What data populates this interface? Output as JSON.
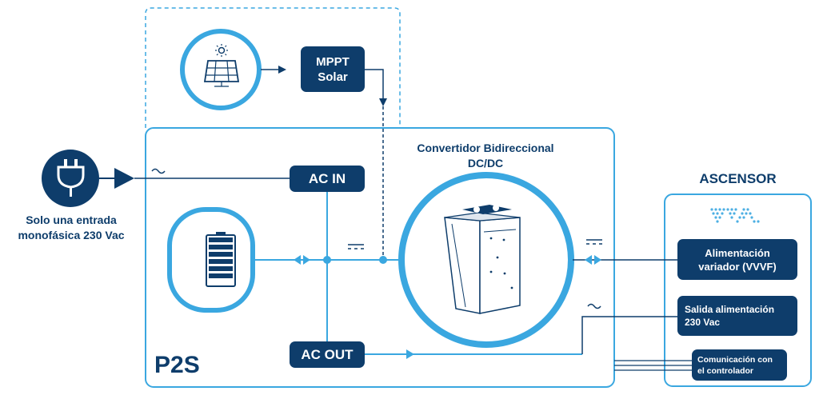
{
  "colors": {
    "navy": "#0e3d6b",
    "light_blue": "#3aa7e0",
    "white": "#ffffff"
  },
  "icons": [
    "plug-icon",
    "solar-panel-icon",
    "battery-icon",
    "converter-unit-icon",
    "ascensor-logo-icon",
    "ac-tilde-icon",
    "dc-symbol-icon",
    "bidirectional-arrow-icon"
  ],
  "grid_input": {
    "label_line1": "Solo una entrada",
    "label_line2": "monofásica 230 Vac"
  },
  "mppt": {
    "line1": "MPPT",
    "line2": "Solar"
  },
  "ac_in": {
    "label": "AC IN"
  },
  "ac_out": {
    "label": "AC OUT"
  },
  "converter": {
    "title_line1": "Convertidor Bidireccional",
    "title_line2": "DC/DC"
  },
  "p2s": {
    "label": "P2S"
  },
  "ascensor": {
    "title": "ASCENSOR",
    "variador_line1": "Alimentación",
    "variador_line2": "variador (VVVF)",
    "salida_line1": "Salida alimentación",
    "salida_line2": "230 Vac",
    "comunicacion_line1": "Comunicación con",
    "comunicacion_line2": "el controlador"
  }
}
